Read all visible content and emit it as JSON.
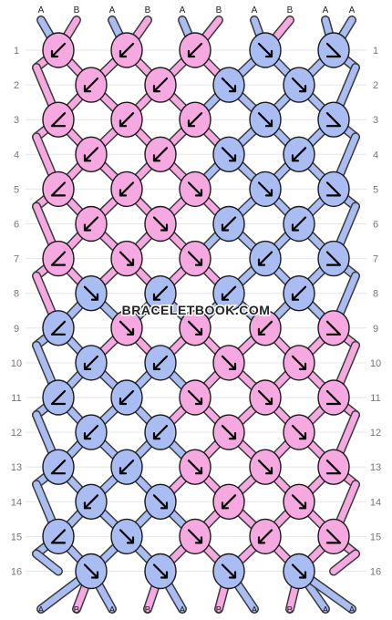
{
  "watermark": "BRACELETBOOK.COM",
  "colors": {
    "A": "#a9bdf3",
    "B": "#f6a8e0"
  },
  "top_labels": [
    "A",
    "B",
    "A",
    "B",
    "A",
    "B",
    "A",
    "B",
    "A",
    "A"
  ],
  "bottom_labels": [
    "A",
    "B",
    "A",
    "B",
    "A",
    "B",
    "A",
    "B",
    "A",
    "A"
  ],
  "row_labels": [
    "1",
    "2",
    "3",
    "4",
    "5",
    "6",
    "7",
    "8",
    "9",
    "10",
    "11",
    "12",
    "13",
    "14",
    "15",
    "16"
  ],
  "knots": [
    [
      {
        "c": "B",
        "d": "BL"
      },
      {
        "c": "B",
        "d": "BL"
      },
      {
        "c": "B",
        "d": "BL"
      },
      {
        "c": "A",
        "d": "BR"
      },
      {
        "c": "A",
        "d": "BRL"
      }
    ],
    [
      {
        "c": "B",
        "d": "BL"
      },
      {
        "c": "B",
        "d": "BL"
      },
      {
        "c": "A",
        "d": "BR"
      },
      {
        "c": "A",
        "d": "BR"
      }
    ],
    [
      {
        "c": "B",
        "d": "BLR"
      },
      {
        "c": "B",
        "d": "BL"
      },
      {
        "c": "B",
        "d": "BL"
      },
      {
        "c": "A",
        "d": "BR"
      },
      {
        "c": "A",
        "d": "BRL"
      }
    ],
    [
      {
        "c": "B",
        "d": "BL"
      },
      {
        "c": "B",
        "d": "BL"
      },
      {
        "c": "A",
        "d": "BR"
      },
      {
        "c": "A",
        "d": "BL"
      }
    ],
    [
      {
        "c": "B",
        "d": "BLR"
      },
      {
        "c": "B",
        "d": "BL"
      },
      {
        "c": "B",
        "d": "BR"
      },
      {
        "c": "A",
        "d": "BR"
      },
      {
        "c": "A",
        "d": "BRL"
      }
    ],
    [
      {
        "c": "B",
        "d": "BL"
      },
      {
        "c": "B",
        "d": "BR"
      },
      {
        "c": "A",
        "d": "BL"
      },
      {
        "c": "A",
        "d": "BL"
      }
    ],
    [
      {
        "c": "B",
        "d": "BLR"
      },
      {
        "c": "B",
        "d": "BR"
      },
      {
        "c": "B",
        "d": "BR"
      },
      {
        "c": "A",
        "d": "BL"
      },
      {
        "c": "A",
        "d": "BRL"
      }
    ],
    [
      {
        "c": "A",
        "d": "BR"
      },
      {
        "c": "A",
        "d": "BL"
      },
      {
        "c": "A",
        "d": "BL"
      },
      {
        "c": "A",
        "d": "BL"
      }
    ],
    [
      {
        "c": "A",
        "d": "BLR"
      },
      {
        "c": "B",
        "d": "BR"
      },
      {
        "c": "B",
        "d": "BR"
      },
      {
        "c": "B",
        "d": "BL"
      },
      {
        "c": "B",
        "d": "BRL"
      }
    ],
    [
      {
        "c": "A",
        "d": "BL"
      },
      {
        "c": "A",
        "d": "BL"
      },
      {
        "c": "B",
        "d": "BR"
      },
      {
        "c": "B",
        "d": "BR"
      }
    ],
    [
      {
        "c": "A",
        "d": "BLR"
      },
      {
        "c": "A",
        "d": "BL"
      },
      {
        "c": "B",
        "d": "BR"
      },
      {
        "c": "B",
        "d": "BR"
      },
      {
        "c": "B",
        "d": "BRL"
      }
    ],
    [
      {
        "c": "A",
        "d": "BL"
      },
      {
        "c": "A",
        "d": "BL"
      },
      {
        "c": "B",
        "d": "BR"
      },
      {
        "c": "B",
        "d": "BR"
      }
    ],
    [
      {
        "c": "A",
        "d": "BLR"
      },
      {
        "c": "A",
        "d": "BL"
      },
      {
        "c": "B",
        "d": "BR"
      },
      {
        "c": "B",
        "d": "BR"
      },
      {
        "c": "B",
        "d": "BRL"
      }
    ],
    [
      {
        "c": "A",
        "d": "BL"
      },
      {
        "c": "A",
        "d": "BR"
      },
      {
        "c": "B",
        "d": "BL"
      },
      {
        "c": "B",
        "d": "BR"
      }
    ],
    [
      {
        "c": "A",
        "d": "BLR"
      },
      {
        "c": "A",
        "d": "BR"
      },
      {
        "c": "B",
        "d": "BR"
      },
      {
        "c": "B",
        "d": "BL"
      },
      {
        "c": "B",
        "d": "BRL"
      }
    ],
    [
      {
        "c": "A",
        "d": "BR"
      },
      {
        "c": "A",
        "d": "BR"
      },
      {
        "c": "A",
        "d": "BR"
      },
      {
        "c": "A",
        "d": "BR"
      }
    ]
  ]
}
